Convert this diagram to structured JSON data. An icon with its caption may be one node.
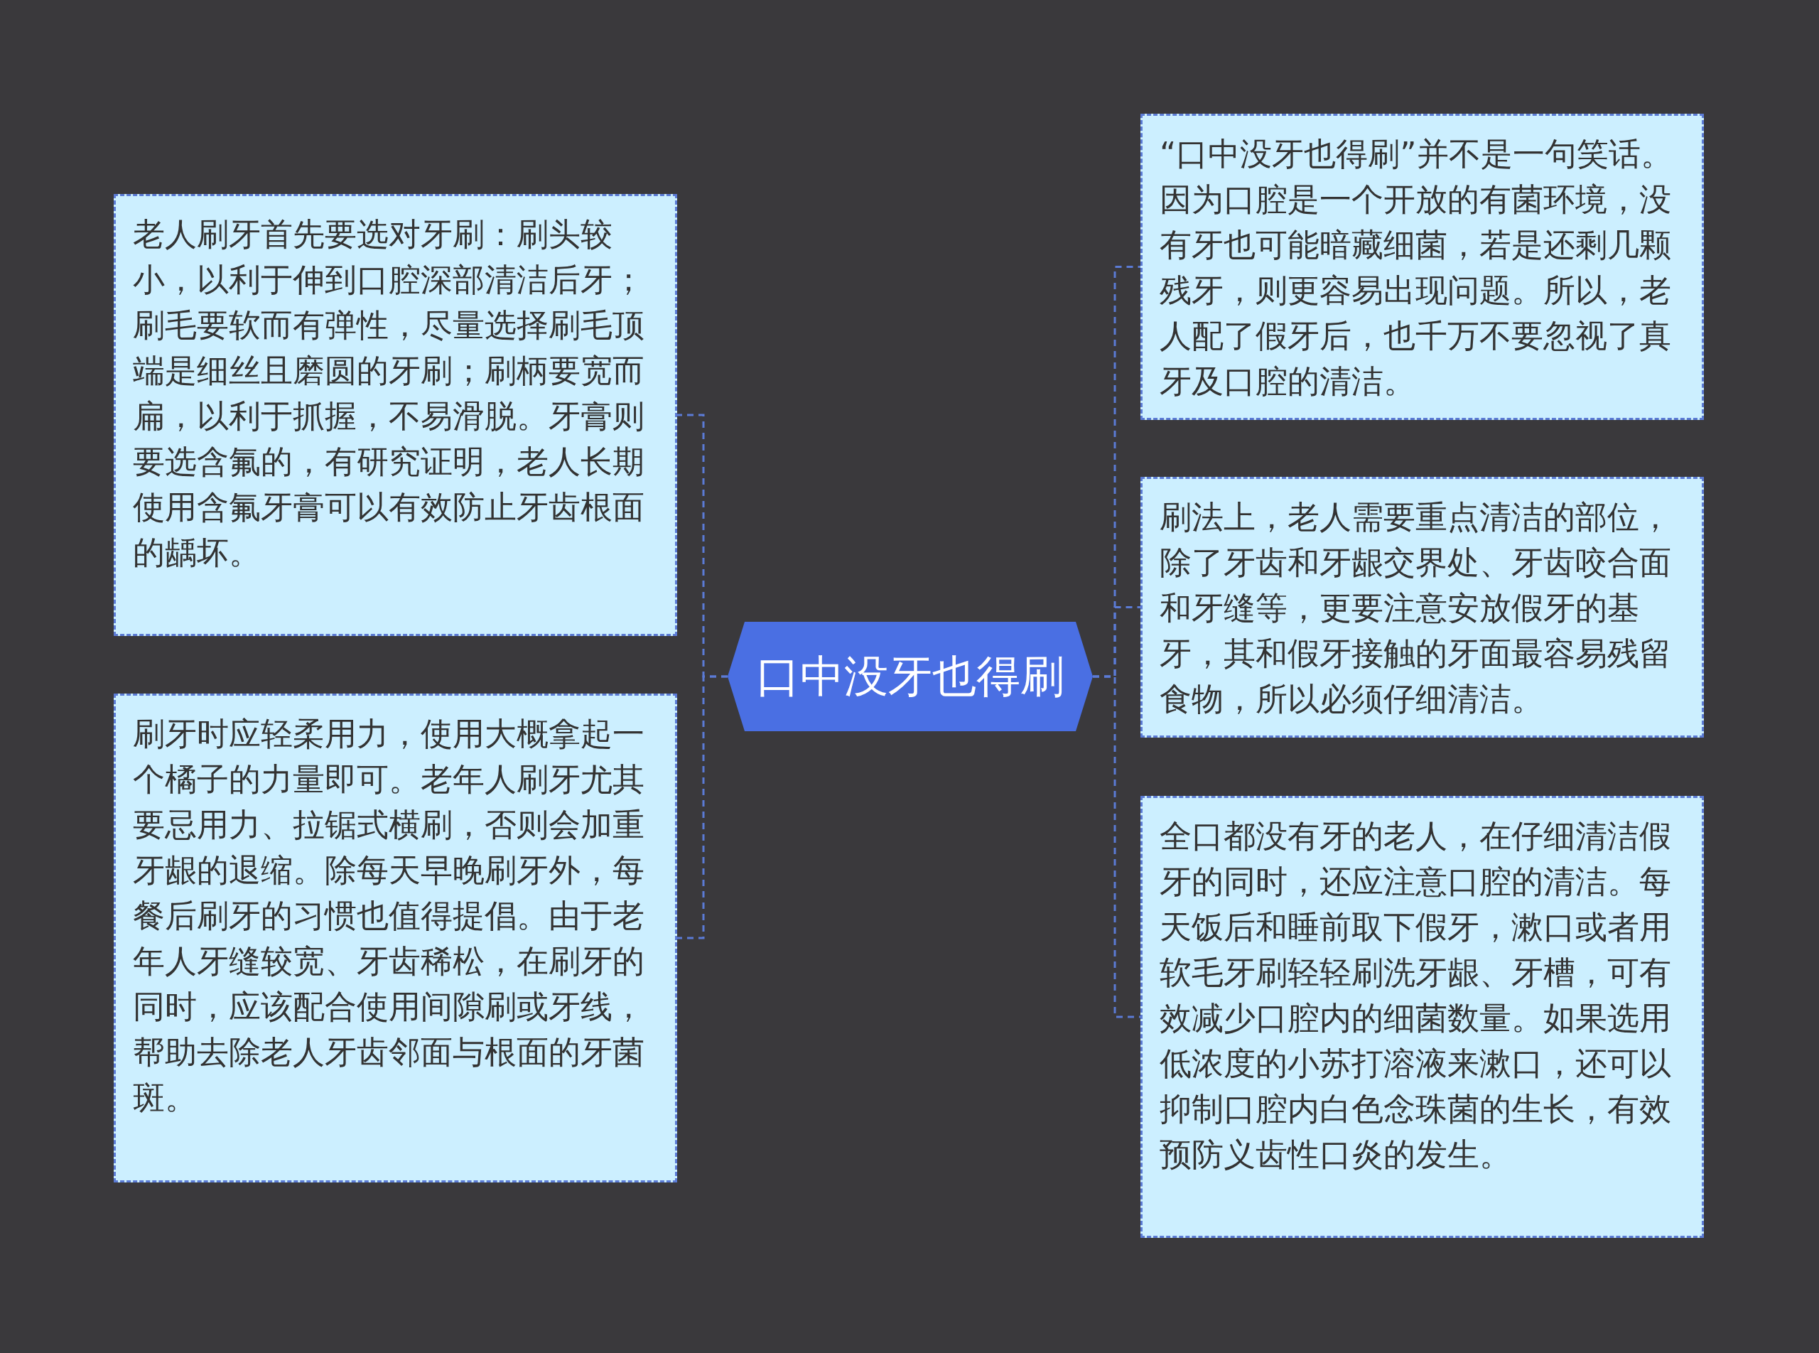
{
  "diagram": {
    "nodes": [
      {
        "text": [
          "口中没牙也得刷"
        ]
      },
      {
        "text": [
          "老人刷牙首先要选对牙刷：刷头较小，以利于伸到口腔深部清洁后牙；刷毛要软而有弹性，尽量选择刷毛顶端是细丝且磨圆的牙刷；刷柄要宽而扁，以利于抓握，不易滑脱。牙膏则要选含氟的，有研究证明，老人长期使用含氟牙膏可以有效防止牙齿根面的龋坏。"
        ]
      },
      {
        "text": [
          "刷牙时应轻柔用力，使用大概拿起一个橘子的力量即可。老年人刷牙尤其要忌用力、拉锯式横刷，否则会加重牙龈的退缩。除每天早晚刷牙外，每餐后刷牙的习惯也值得提倡。由于老年人牙缝较宽、牙齿稀松，在刷牙的同时，应该配合使用间隙刷或牙线，帮助去除老人牙齿邻面与根面的牙菌斑。"
        ]
      },
      {
        "text": [
          "“口中没牙也得刷”并不是一句笑话。因为口腔是一个开放的有菌环境，没有牙也可能暗藏细菌，若是还剩几颗残牙，则更容易出现问题。所以，老人配了假牙后，也千万不要忽视了真牙及口腔的清洁。"
        ]
      },
      {
        "text": [
          "刷法上，老人需要重点清洁的部位，除了牙齿和牙龈交界处、牙齿咬合面和牙缝等，更要注意安放假牙的基牙，其和假牙接触的牙面最容易残留食物，所以必须仔细清洁。"
        ]
      },
      {
        "text": [
          "全口都没有牙的老人，在仔细清洁假牙的同时，还应注意口腔的清洁。每天饭后和睡前取下假牙，漱口或者用软毛牙刷轻轻刷洗牙龈、牙槽，可有效减少口腔内的细菌数量。如果选用低浓度的小苏打溶液来漱口，还可以抑制口腔内白色念珠菌的生长，有效预防义齿性口炎的发生。"
        ]
      }
    ],
    "edges": [
      {
        "from": 0,
        "to": 1,
        "arrow": "none"
      },
      {
        "from": 0,
        "to": 2,
        "arrow": "none"
      },
      {
        "from": 0,
        "to": 3,
        "arrow": "none"
      },
      {
        "from": 0,
        "to": 4,
        "arrow": "none"
      },
      {
        "from": 0,
        "to": 5,
        "arrow": "none"
      }
    ]
  }
}
